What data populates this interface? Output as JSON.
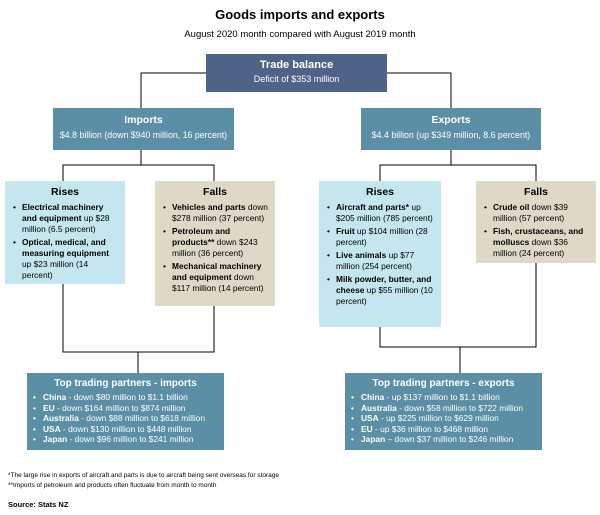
{
  "title": "Goods imports and exports",
  "subtitle": "August 2020 month compared with August 2019 month",
  "trade_balance": {
    "heading": "Trade balance",
    "value": "Deficit of $353 million"
  },
  "imports": {
    "heading": "Imports",
    "summary": "$4.8 billion (down $940 million, 16 percent)",
    "rises": {
      "heading": "Rises",
      "items": [
        {
          "bold": "Electrical machinery and equipment",
          "rest": " up $28 million (6.5 percent)"
        },
        {
          "bold": "Optical, medical, and measuring equipment",
          "rest": " up $23 million (14 percent)"
        }
      ]
    },
    "falls": {
      "heading": "Falls",
      "items": [
        {
          "bold": "Vehicles and parts",
          "rest": " down $278 million (37 percent)"
        },
        {
          "bold": "Petroleum and products**",
          "rest": " down $243 million (36 percent)"
        },
        {
          "bold": "Mechanical machinery and equipment",
          "rest": " down $117 million (14 percent)"
        }
      ]
    },
    "partners": {
      "heading": "Top trading partners - imports",
      "items": [
        {
          "bold": "China",
          "rest": " - down $80 million to $1.1 billion"
        },
        {
          "bold": "EU",
          "rest": " - down $164 million to $874 million"
        },
        {
          "bold": "Australia",
          "rest": " - down $88 million to $618 million"
        },
        {
          "bold": "USA",
          "rest": " - down $130 million to $448 million"
        },
        {
          "bold": "Japan",
          "rest": " - down $96 million to $241 million"
        }
      ]
    }
  },
  "exports": {
    "heading": "Exports",
    "summary": "$4.4 billion (up $349 million, 8.6 percent)",
    "rises": {
      "heading": "Rises",
      "items": [
        {
          "bold": "Aircraft and parts*",
          "rest": " up $205 million (785 percent)"
        },
        {
          "bold": "Fruit",
          "rest": " up $104 million (28 percent)"
        },
        {
          "bold": "Live animals",
          "rest": " up $77 million (254 percent)"
        },
        {
          "bold": "Milk powder, butter, and cheese",
          "rest": " up $55 million (10 percent)"
        }
      ]
    },
    "falls": {
      "heading": "Falls",
      "items": [
        {
          "bold": "Crude oil",
          "rest": " down $39 million (57 percent)"
        },
        {
          "bold": "Fish, crustaceans, and molluscs",
          "rest": " down $36 million (24 percent)"
        }
      ]
    },
    "partners": {
      "heading": "Top trading partners - exports",
      "items": [
        {
          "bold": "China",
          "rest": " - up $137 million to $1.1 billion"
        },
        {
          "bold": "Australia",
          "rest": " - down $58 million to $722 million"
        },
        {
          "bold": "USA",
          "rest": " - up $225 million to $629 million"
        },
        {
          "bold": "EU",
          "rest": " - up $36 million to $468 million"
        },
        {
          "bold": "Japan",
          "rest": " – down $37 million to $246 million"
        }
      ]
    }
  },
  "footnotes": [
    "*The large rise in exports of aircraft and parts is due to aircraft being sent overseas for storage",
    "**Imports of petroleum and products often fluctuate from month to month"
  ],
  "source": "Source: Stats NZ",
  "colors": {
    "trade_box": "#4f6287",
    "section_box": "#5a8fa5",
    "rises_box": "#c4e7ef",
    "falls_box": "#ddd9c6"
  }
}
